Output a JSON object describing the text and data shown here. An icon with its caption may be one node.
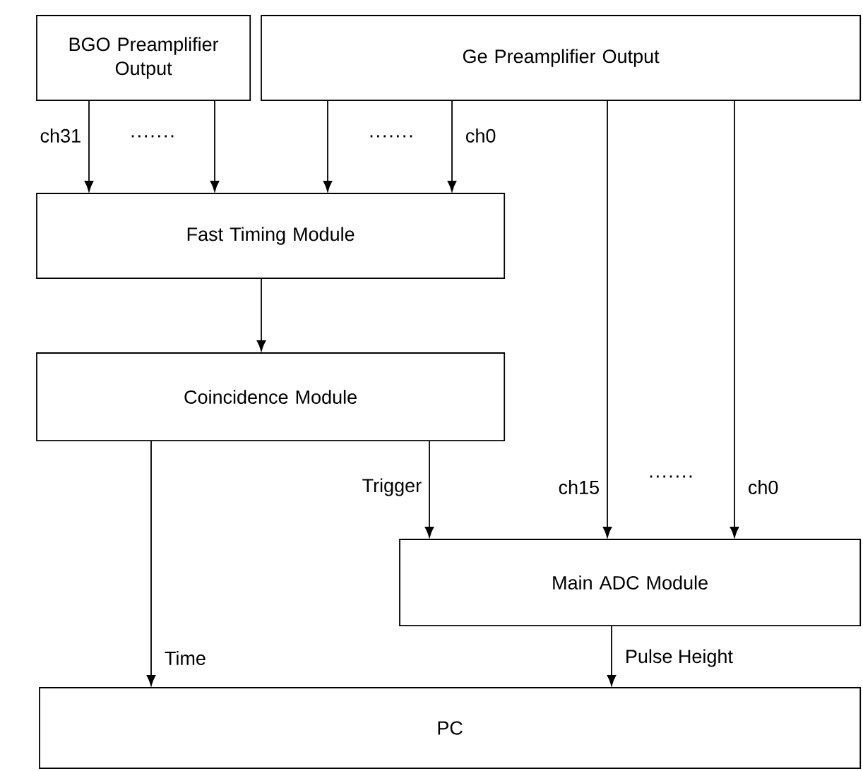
{
  "diagram": {
    "nodes": [
      {
        "text": [
          "BGO Preamplifier Output"
        ]
      },
      {
        "text": [
          "Ge Preamplifier Output"
        ]
      },
      {
        "text": [
          "Fast Timing Module"
        ]
      },
      {
        "text": [
          "Coincidence Module"
        ]
      },
      {
        "text": [
          "Main ADC Module"
        ]
      },
      {
        "text": [
          "PC"
        ]
      }
    ],
    "edges": [
      {
        "from": 0,
        "to": 2,
        "arrow": "to",
        "label": "ch31"
      },
      {
        "from": 0,
        "to": 2,
        "arrow": "to"
      },
      {
        "from": 1,
        "to": 2,
        "arrow": "to"
      },
      {
        "from": 1,
        "to": 2,
        "arrow": "to",
        "label": "ch0"
      },
      {
        "from": 2,
        "to": 3,
        "arrow": "to"
      },
      {
        "from": 3,
        "to": 5,
        "arrow": "to",
        "label": "Time"
      },
      {
        "from": 3,
        "to": 4,
        "arrow": "to",
        "label": "Trigger"
      },
      {
        "from": 1,
        "to": 4,
        "arrow": "to",
        "label": "ch15"
      },
      {
        "from": 1,
        "to": 4,
        "arrow": "to",
        "label": "ch0"
      },
      {
        "from": 4,
        "to": 5,
        "arrow": "to",
        "label": "Pulse Height"
      }
    ],
    "labels": [
      "·······",
      "·······",
      "·······"
    ]
  }
}
